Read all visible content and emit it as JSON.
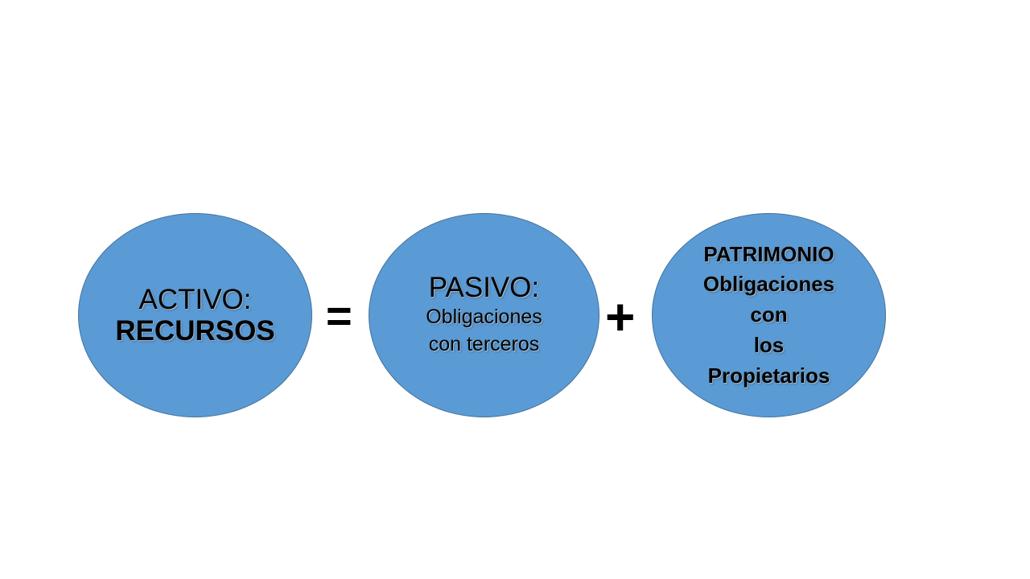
{
  "colors": {
    "oval_fill": "#5b9bd5",
    "oval_border": "#41719c",
    "text": "#000000",
    "background": "#ffffff"
  },
  "activo": {
    "lines": [
      "ACTIVO:",
      "RECURSOS"
    ]
  },
  "operators": {
    "equals": "=",
    "plus": "+"
  },
  "pasivo": {
    "title": "PASIVO:",
    "lines": [
      "Obligaciones",
      "con terceros"
    ]
  },
  "patrimonio": {
    "lines": [
      "PATRIMONIO",
      "Obligaciones",
      "con",
      "los",
      "Propietarios"
    ]
  }
}
